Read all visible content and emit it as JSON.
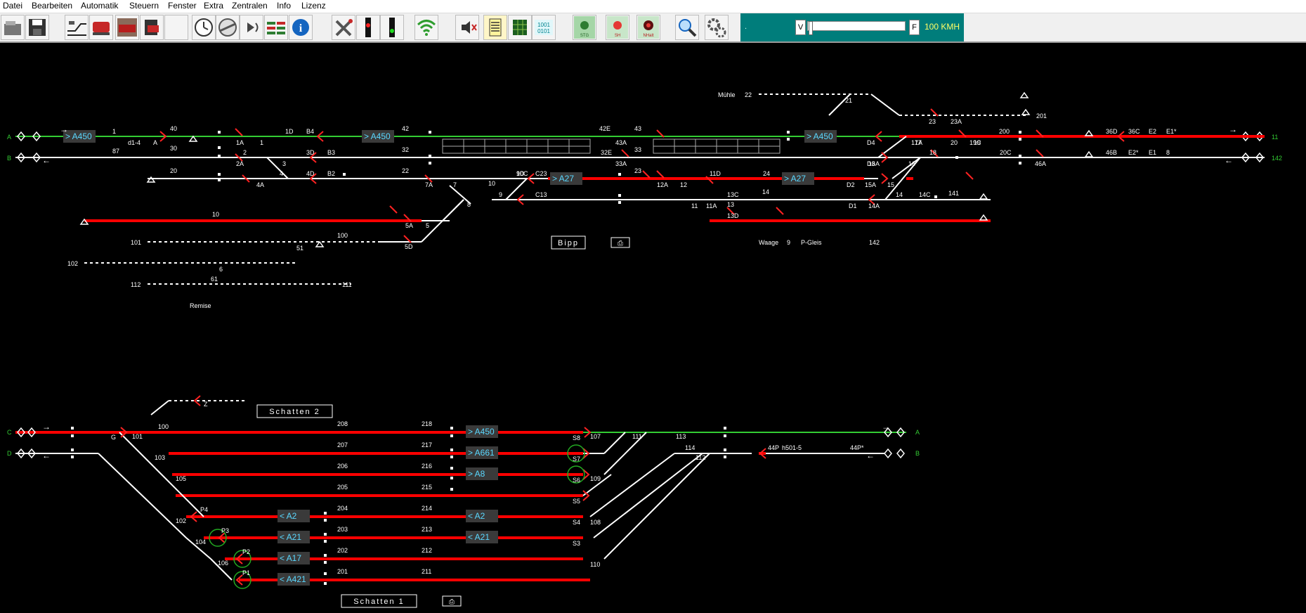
{
  "menu": [
    "Datei",
    "Bearbeiten",
    "Automatik",
    "Steuern",
    "Fenster",
    "Extra",
    "Zentralen",
    "Info",
    "Lizenz"
  ],
  "toolbar": {
    "buttons": [
      "open-icon",
      "save-icon",
      "track-editor-icon",
      "locomotive-icon",
      "train-photo-icon",
      "train-list-icon",
      "blank-icon",
      "clock-icon",
      "turntable-icon",
      "sound-icon",
      "signal-box-icon",
      "info-icon",
      "tools-icon",
      "signal-red-icon",
      "signal-green-icon",
      "wifi-icon",
      "mute-icon",
      "block-table-icon",
      "grid-icon",
      "binary-icon",
      "stg-icon",
      "sh-icon",
      "nhalt-icon",
      "search-icon",
      "gear-icon"
    ],
    "stg_label": "STG",
    "sh_label": "SH",
    "nhalt_label": "NHalt",
    "binary_label": "1001 0101"
  },
  "speed_panel": {
    "v_label": "V",
    "f_label": "F",
    "speed": "100 KMH",
    "dot": "."
  },
  "colors": {
    "occupied": "#ff0000",
    "route": "#33cc33",
    "track": "#ffffff",
    "signal": "#ff2222",
    "label_box": "#3a3a3a",
    "label_text": "#5ad8ff"
  },
  "station": {
    "name": "Bipp",
    "shadow2": "Schatten 2",
    "shadow1": "Schatten 1",
    "remise": "Remise",
    "muehle": "Mühle",
    "waage": "Waage",
    "pgleis": "P-Gleis",
    "train_labels": [
      "> A450",
      "> A450",
      "> A450",
      "> A27",
      "> A27",
      "> A450",
      "> A661",
      "> A8",
      "< A2",
      "< A2",
      "< A21",
      "< A21",
      "< A17",
      "< A421"
    ],
    "track_labels": [
      "A",
      "B",
      "C",
      "D",
      "1",
      "87",
      "40",
      "30",
      "20",
      "10",
      "101",
      "102",
      "112",
      "100",
      "111",
      "51",
      "61",
      "6",
      "A",
      "d1-4",
      "1D",
      "1A",
      "1",
      "2",
      "2A",
      "3",
      "3D",
      "4",
      "4A",
      "4D",
      "B4",
      "B3",
      "B2",
      "42",
      "32",
      "22",
      "7A",
      "7",
      "8",
      "10",
      "9",
      "9D",
      "10C",
      "C23",
      "C13",
      "5A",
      "5",
      "5D",
      "42E",
      "43",
      "43A",
      "33",
      "32E",
      "33A",
      "23",
      "12A",
      "12",
      "11D",
      "11",
      "11A",
      "13",
      "13C",
      "13D",
      "14",
      "24",
      "D2",
      "D1",
      "D3",
      "D4",
      "15A",
      "15",
      "14A",
      "14",
      "14C",
      "141",
      "16A",
      "16",
      "17A",
      "17",
      "18",
      "19",
      "20",
      "23",
      "23A",
      "21",
      "22",
      "201",
      "200",
      "20C",
      "19C",
      "46A",
      "36D",
      "46B",
      "36C",
      "E2",
      "E2*",
      "E1",
      "E1*",
      "8",
      "9",
      "11",
      "142",
      "C",
      "D",
      "Z",
      "100",
      "101",
      "G",
      "103",
      "105",
      "102",
      "104",
      "106",
      "208",
      "207",
      "206",
      "205",
      "204",
      "203",
      "202",
      "201",
      "218",
      "217",
      "216",
      "215",
      "214",
      "213",
      "212",
      "211",
      "S8",
      "S7",
      "S6",
      "S5",
      "S4",
      "S3",
      "107",
      "111",
      "113",
      "109",
      "108",
      "110",
      "114",
      "112",
      "44P",
      "h501-5",
      "44P*",
      "P4",
      "P3",
      "P2",
      "P1",
      "A",
      "B"
    ]
  }
}
